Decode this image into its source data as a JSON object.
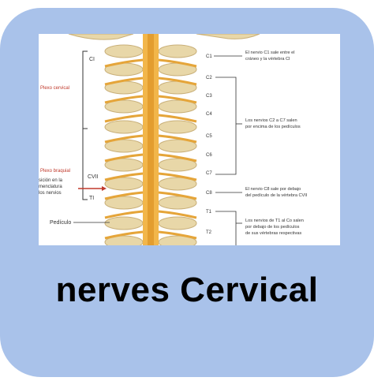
{
  "tile": {
    "caption": "nerves Cervical",
    "background_color": "#a9c2ea"
  },
  "diagram": {
    "labels_left": {
      "plexus_cervical": "Plexo cervical",
      "plexus_brachial": "Plexo braquial",
      "nomenclature_line1": "sición en la",
      "nomenclature_line2": "menclatura",
      "nomenclature_line3": "los nervios",
      "vertebra_c1": "CI",
      "vertebra_c7": "CVII",
      "vertebra_t1": "TI",
      "pedicle": "Pedículo"
    },
    "nerve_labels": {
      "c1": "C1",
      "c2": "C2",
      "c3": "C3",
      "c4": "C4",
      "c5": "C5",
      "c6": "C6",
      "c7": "C7",
      "c8": "C8",
      "t1": "T1",
      "t2": "T2"
    },
    "notes": {
      "c1_line1": "El nervio C1 sale entre el",
      "c1_line2": "cráneo y la vértebra CI",
      "c2c7_line1": "Los nervios C2 a C7 salen",
      "c2c7_line2": "por encima de los pedículos",
      "c8_line1": "El nervio C8 sale por debajo",
      "c8_line2": "del pedículo de la vértebra CVII",
      "t1_line1": "Los nervios de T1 al Co salen",
      "t1_line2": "por debajo de los pedículos",
      "t1_line3": "de sus vértebras respectivas"
    },
    "colors": {
      "bone": "#e8d7a8",
      "bone_shadow": "#c9b07a",
      "cord": "#f2b64a",
      "cord_dark": "#d98c1e",
      "nerve": "#e5a53a",
      "bracket": "#333333",
      "red_label": "#c0392b",
      "text": "#333333"
    }
  }
}
